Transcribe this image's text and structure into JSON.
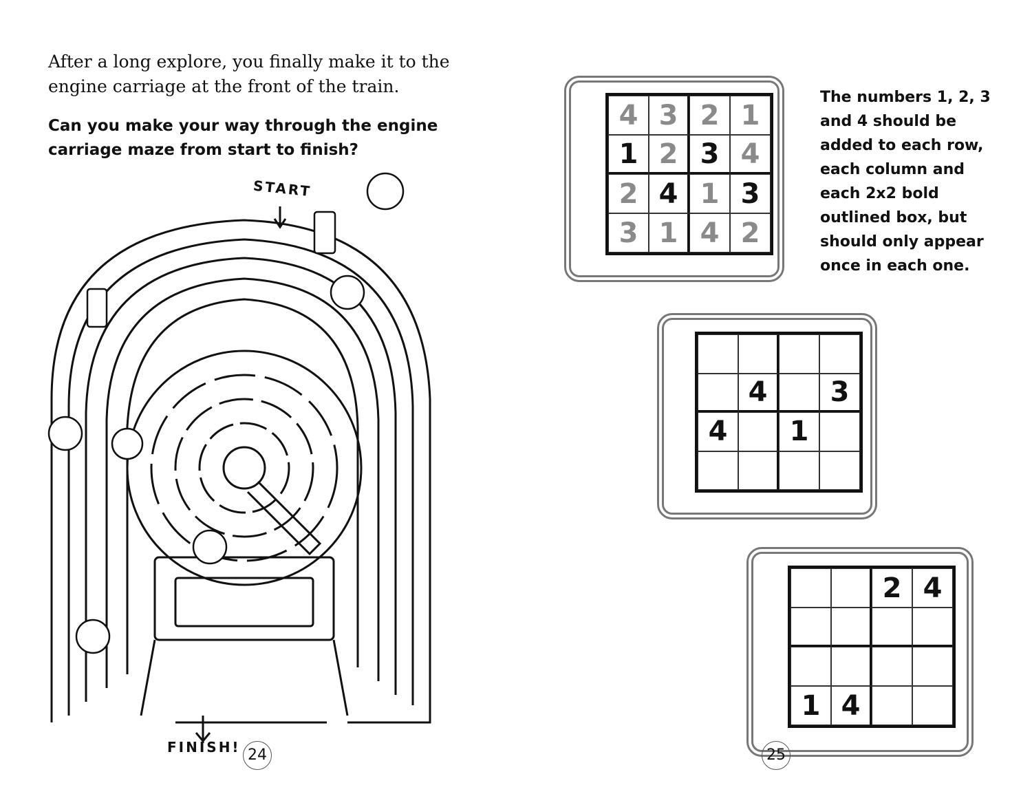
{
  "left_page": {
    "intro": "After a long explore, you finally make it to the engine carriage at the front of the train.",
    "question": "Can you make your way through the engine carriage maze from start to finish?",
    "start_label": "START",
    "finish_label": "FINISH!",
    "page_number": "24"
  },
  "right_page": {
    "rules": "The numbers 1, 2, 3 and 4 should be added to each row, each column and each 2x2 bold outlined box, but should only appear once in each one.",
    "page_number": "25",
    "puzzles": [
      {
        "name": "example",
        "cells": [
          [
            "4",
            "3",
            "2",
            "1"
          ],
          [
            "1",
            "2",
            "3",
            "4"
          ],
          [
            "2",
            "4",
            "1",
            "3"
          ],
          [
            "3",
            "1",
            "4",
            "2"
          ]
        ],
        "given": [
          [
            0,
            0,
            0,
            0
          ],
          [
            1,
            0,
            1,
            0
          ],
          [
            0,
            1,
            0,
            1
          ],
          [
            0,
            0,
            0,
            0
          ]
        ]
      },
      {
        "name": "puzzle-1",
        "cells": [
          [
            "",
            "",
            "",
            ""
          ],
          [
            "",
            "4",
            "",
            "3"
          ],
          [
            "4",
            "",
            "1",
            ""
          ],
          [
            "",
            "",
            "",
            ""
          ]
        ]
      },
      {
        "name": "puzzle-2",
        "cells": [
          [
            "",
            "",
            "2",
            "4"
          ],
          [
            "",
            "",
            "",
            ""
          ],
          [
            "",
            "",
            "",
            ""
          ],
          [
            "1",
            "4",
            "",
            ""
          ]
        ]
      }
    ]
  }
}
